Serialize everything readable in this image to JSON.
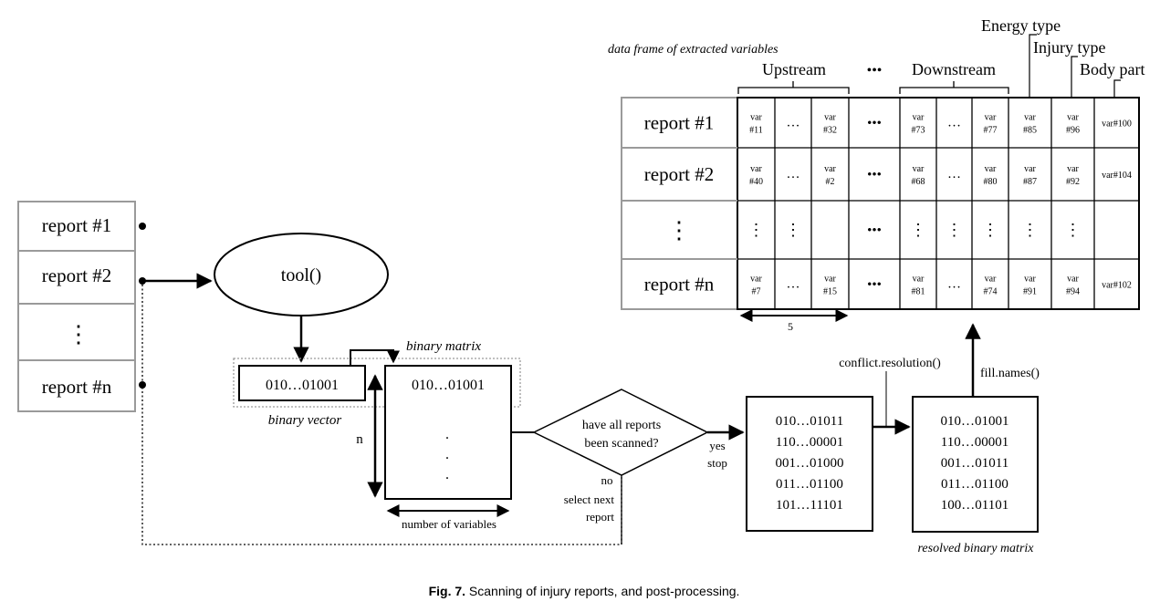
{
  "left_reports": {
    "rows": [
      "report #1",
      "report #2",
      "⋮",
      "report #n"
    ]
  },
  "tool_label": "tool()",
  "binary_vector": {
    "value": "010…01001",
    "caption": "binary vector"
  },
  "binary_matrix": {
    "caption": "binary matrix",
    "first_row": "010…01001",
    "dots": ".",
    "n_label": "n",
    "width_label": "number of variables"
  },
  "decision": {
    "line1": "have all reports",
    "line2": "been scanned?",
    "yes_label": "yes",
    "stop_label": "stop",
    "no_label": "no",
    "select_label1": "select next",
    "select_label2": "report"
  },
  "matrix_before": {
    "rows": [
      "010…01011",
      "110…00001",
      "001…01000",
      "011…01100",
      "101…11101"
    ]
  },
  "conflict_label": "conflict.resolution()",
  "matrix_resolved": {
    "rows": [
      "010…01001",
      "110…00001",
      "001…01011",
      "011…01100",
      "100…01101"
    ],
    "caption": "resolved binary matrix"
  },
  "fill_label": "fill.names()",
  "data_frame": {
    "caption": "data frame of extracted variables",
    "header_upstream": "Upstream",
    "header_dots": "•••",
    "header_downstream": "Downstream",
    "header_energy": "Energy type",
    "header_injury": "Injury type",
    "header_body": "Body part",
    "five_label": "5",
    "rows": [
      {
        "label": "report #1",
        "cells": [
          "var\n#11",
          "…",
          "var\n#32",
          "•••",
          "var\n#73",
          "…",
          "var\n#77",
          "var\n#85",
          "var\n#96",
          "var#100"
        ]
      },
      {
        "label": "report #2",
        "cells": [
          "var\n#40",
          "…",
          "var\n#2",
          "•••",
          "var\n#68",
          "…",
          "var\n#80",
          "var\n#87",
          "var\n#92",
          "var#104"
        ]
      },
      {
        "label": "⋮",
        "cells": [
          "⋮",
          "⋮",
          "",
          "•••",
          "⋮",
          "⋮",
          "⋮",
          "⋮",
          "⋮",
          ""
        ]
      },
      {
        "label": "report #n",
        "cells": [
          "var\n#7",
          "…",
          "var\n#15",
          "•••",
          "var\n#81",
          "…",
          "var\n#74",
          "var\n#91",
          "var\n#94",
          "var#102"
        ]
      }
    ]
  },
  "figure_caption": {
    "label": "Fig. 7.",
    "text": " Scanning of injury reports, and post-processing."
  }
}
